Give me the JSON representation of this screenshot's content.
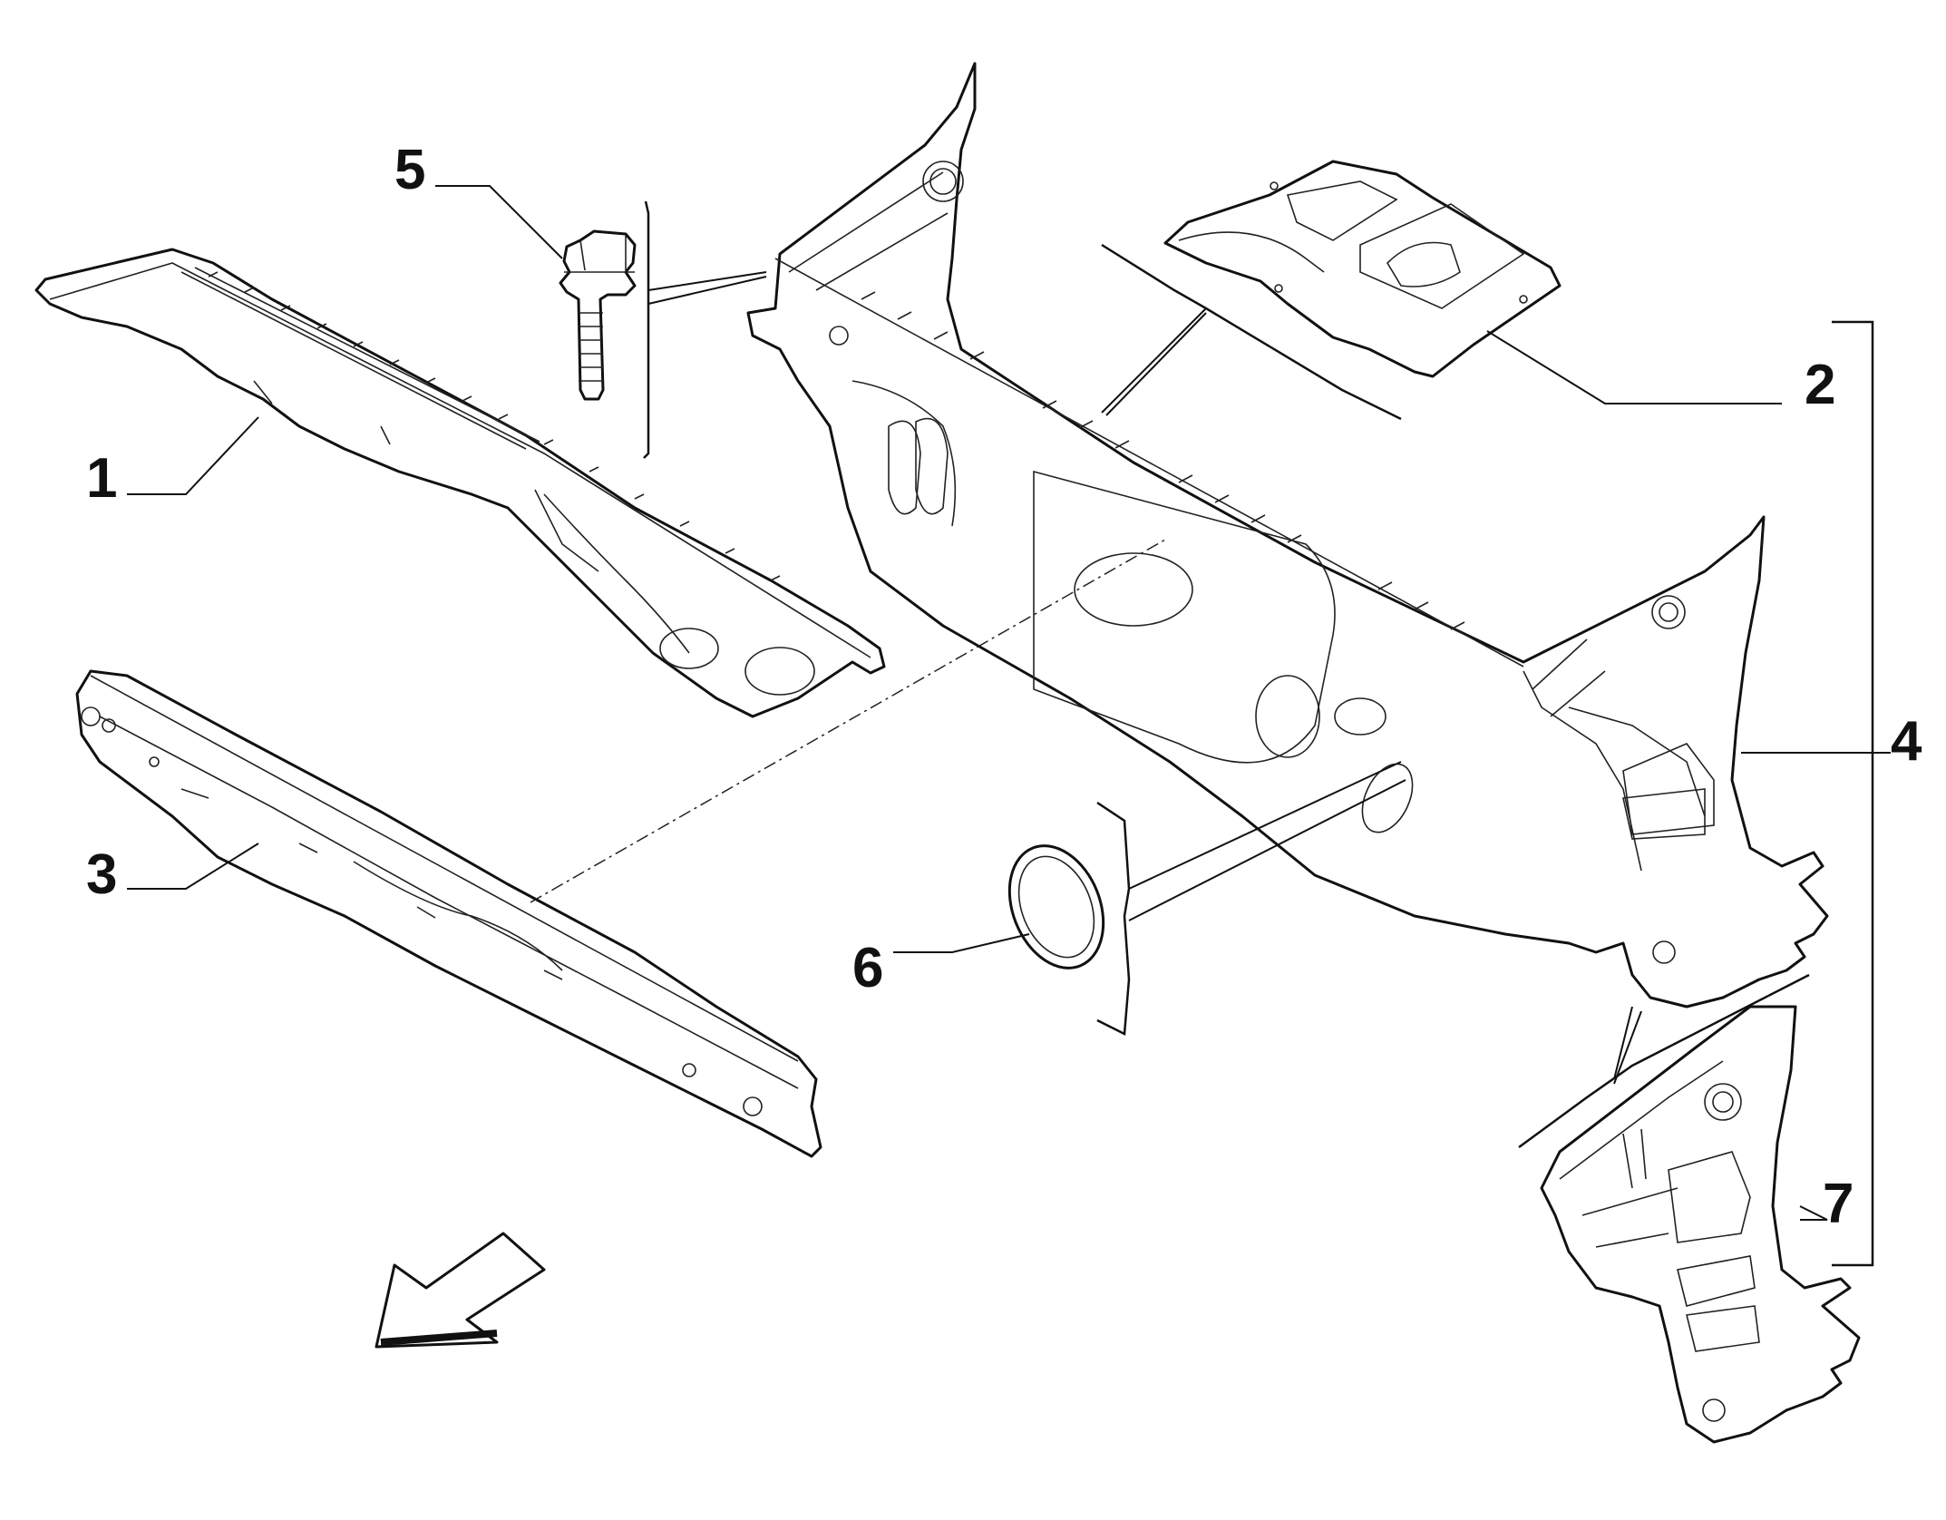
{
  "diagram": {
    "style": "exploded parts diagram",
    "line_color": "#111111",
    "background": "#ffffff",
    "callouts": [
      {
        "id": "1",
        "text": "1"
      },
      {
        "id": "2",
        "text": "2"
      },
      {
        "id": "3",
        "text": "3"
      },
      {
        "id": "4",
        "text": "4"
      },
      {
        "id": "5",
        "text": "5"
      },
      {
        "id": "6",
        "text": "6"
      },
      {
        "id": "7",
        "text": "7"
      }
    ],
    "direction_arrow": "front-direction-arrow"
  }
}
